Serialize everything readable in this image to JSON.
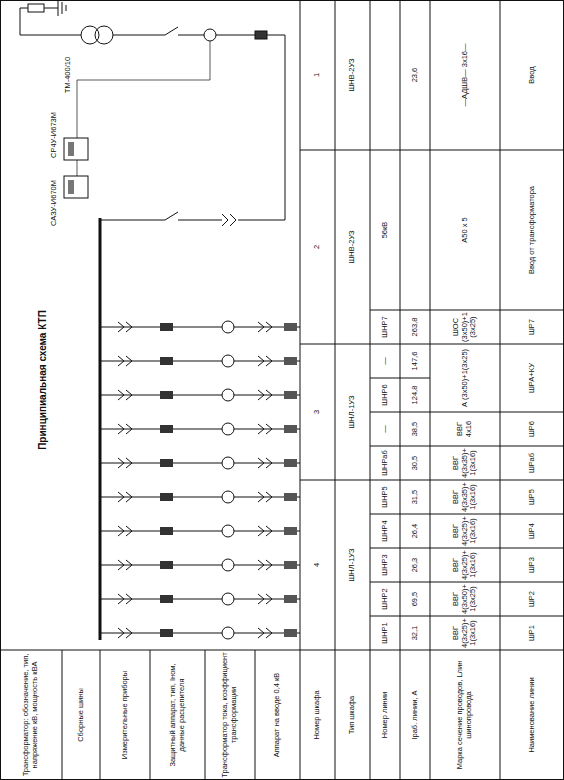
{
  "diagram": {
    "title": "Принципиальная схема КТП",
    "labels": [
      "Трансформатор: обозначение, тип, напряжение кВ, мощность кВА",
      "Сборные шины",
      "Измерительные приборы",
      "Защитный аппарат, тип, Iном, данные расцепителя",
      "Трансформатор тока, коэффициент трансформации",
      "Аппарат на вводе 0,4 кВ",
      "Номер шкафа",
      "Тип шкафа",
      "Номер линии",
      "Iраб. линии, А",
      "Марка сечение проводов, Lлин шинопровода",
      "Наименование линии",
      "ТМ-400/10",
      "САЗУ-И670М",
      "СР4У-И673М",
      "4",
      "3",
      "2",
      "1",
      "ШНЛ-1УЗ",
      "ШНЛ-1УЗ",
      "ШНВ-2УЗ",
      "ШНВ-2УЗ",
      "ШНР1",
      "ШНР2",
      "ШНР3",
      "ШНР4",
      "ШНР5",
      "ШНРаб",
      "—",
      "ШНР6",
      "—",
      "ШНР7",
      "56кВ",
      "32,1",
      "69,5",
      "26,3",
      "26,4",
      "31,5",
      "30,5",
      "38,5",
      "124,8",
      "147,6",
      "263,8",
      "23,6",
      "ВВГ 4(3х25)+1(3х16)",
      "ВВГ 4(3х50)+1(3х25)",
      "ВВГ 4(3х25)+1(3х16)",
      "ВВГ 4(3х25)+1(3х16)",
      "ВВГ 4(3х35)+1(3х16)",
      "ВВГ 4(3х35)+1(3х16)",
      "ВВГ 4х16",
      "А (3х50)+1(3х25)",
      "ШОС (3х50)+1(3х25)",
      "А50 х 5",
      "—АДШВ— 3х16—",
      "ШР1",
      "ШР2",
      "ШР3",
      "ШР4",
      "ШР5",
      "ШРаб",
      "ШР6",
      "ШРА+КУ",
      "ШР7",
      "Ввод от трансформатора",
      "Ввод"
    ]
  }
}
